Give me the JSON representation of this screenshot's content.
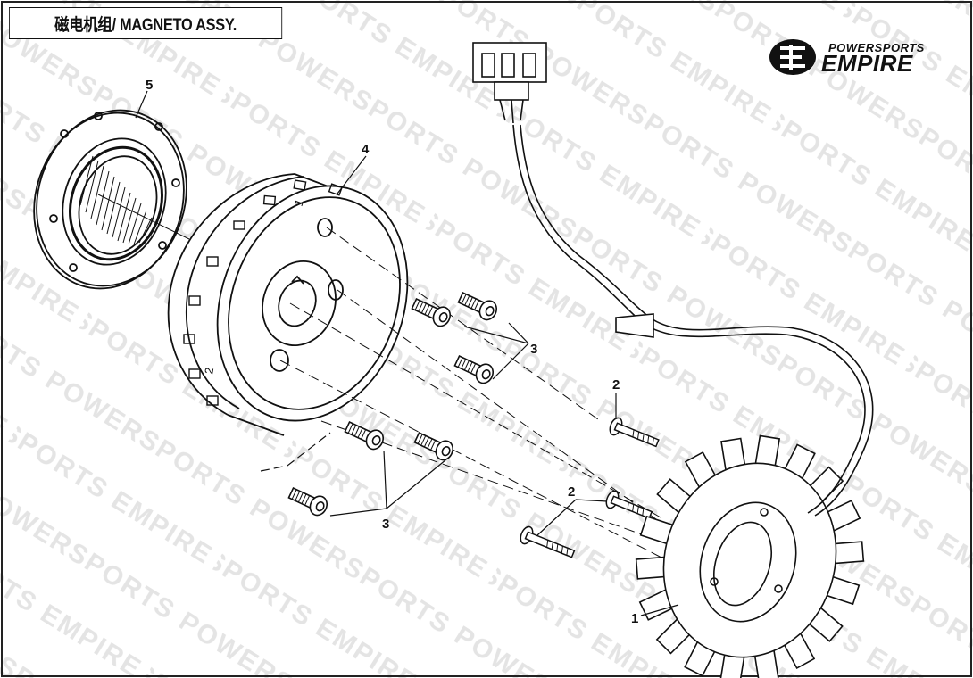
{
  "title": "磁电机组/ MAGNETO ASSY.",
  "logo": {
    "line1": "POWERSPORTS",
    "line2": "EMPIRE",
    "mark": "EE-emblem-icon"
  },
  "watermark": "POWERSPORTS EMPIRE",
  "callouts": [
    {
      "id": "c1",
      "label": "1"
    },
    {
      "id": "c2a",
      "label": "2"
    },
    {
      "id": "c2b",
      "label": "2"
    },
    {
      "id": "c3a",
      "label": "3"
    },
    {
      "id": "c3b",
      "label": "3"
    },
    {
      "id": "c4",
      "label": "4"
    },
    {
      "id": "c5",
      "label": "5"
    }
  ],
  "flywheel_marks": [
    "1",
    "2"
  ]
}
